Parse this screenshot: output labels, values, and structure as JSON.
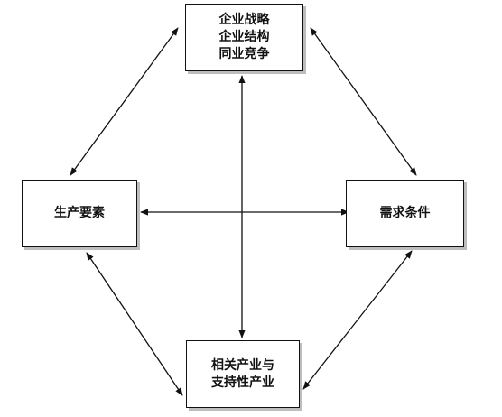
{
  "diagram": {
    "nodes": {
      "top": [
        "企业战略",
        "企业结构",
        "同业竞争"
      ],
      "left": [
        "生产要素"
      ],
      "right": [
        "需求条件"
      ],
      "bottom": [
        "相关产业与",
        "支持性产业"
      ]
    },
    "connections": [
      [
        "top",
        "left"
      ],
      [
        "top",
        "right"
      ],
      [
        "left",
        "bottom"
      ],
      [
        "right",
        "bottom"
      ],
      [
        "left",
        "right"
      ],
      [
        "top",
        "bottom"
      ]
    ],
    "colors": {
      "line": "#111111",
      "shadow": "#bdbdbd"
    }
  }
}
